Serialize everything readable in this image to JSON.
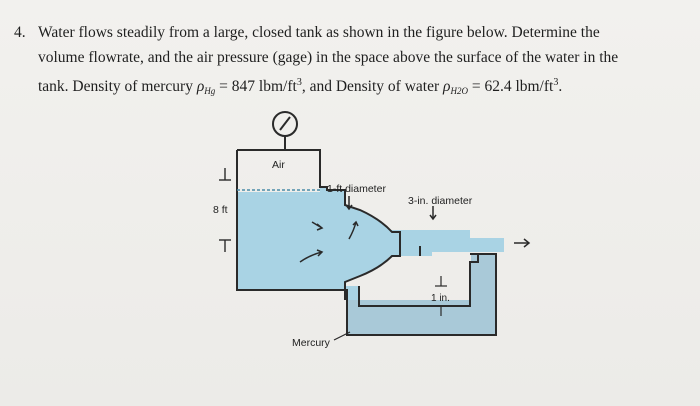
{
  "problem": {
    "number": "4.",
    "line1": "Water flows steadily from a large, closed tank as shown in the figure below. Determine the",
    "line2": "volume flowrate, and the air pressure (gage) in the space above the surface of the water in the",
    "line3_a": "tank. Density of mercury ",
    "rho_symbol": "ρ",
    "rho_hg_sub": "Hg",
    "line3_b": " = 847 lbm/ft",
    "exp1": "3",
    "line3_c": ", and Density of water ",
    "rho_h2o_sub": "H2O",
    "line3_d": " = 62.4 lbm/ft",
    "exp2": "3",
    "line3_e": "."
  },
  "figure": {
    "air_label": "Air",
    "height_label": "8 ft",
    "pipe_diameter_label": "1-ft diameter",
    "jet_diameter_label": "3-in. diameter",
    "manometer_label": "1 in.",
    "mercury_label": "Mercury",
    "colors": {
      "water": "#a9d3e4",
      "mercury": "#a9c9d8",
      "outline": "#2a2a2a"
    }
  }
}
